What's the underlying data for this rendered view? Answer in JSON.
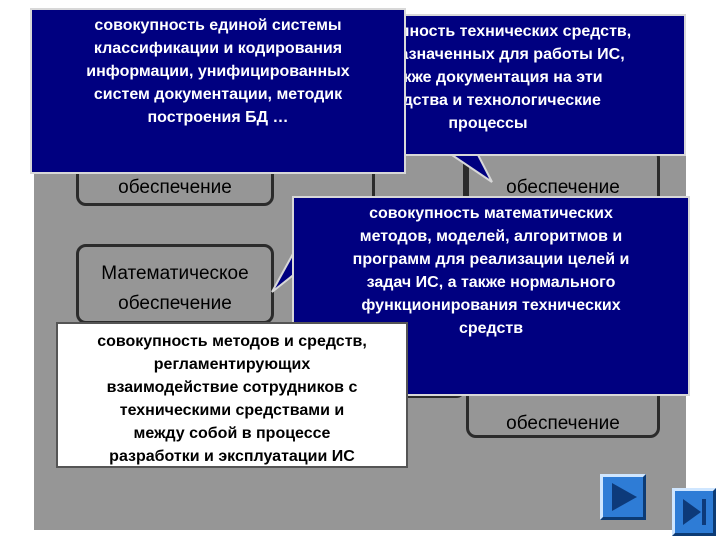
{
  "callouts": {
    "info": [
      "совокупность единой системы",
      "классификации и кодирования",
      "информации, унифицированных",
      "систем документации, методик",
      "построения БД …"
    ],
    "technical": [
      "совокупность технических средств,",
      "предназначенных для работы ИС,",
      "а также документация на эти",
      "средства и технологические",
      "процессы"
    ],
    "math": [
      "совокупность математических",
      "методов, моделей, алгоритмов и",
      "программ для реализации целей и",
      "задач ИС, а также нормального",
      "функционирования технических",
      "средств"
    ],
    "org": [
      "совокупность методов и средств,",
      "регламентирующих",
      "взаимодействие сотрудников с",
      "техническими средствами и",
      "между собой в процессе",
      "разработки и эксплуатации ИС"
    ]
  },
  "nodes": {
    "info_tail": "обеспечение",
    "tech_tail": "обеспечение",
    "math": [
      "Математическое",
      "обеспечение"
    ],
    "org_tail": "обеспечение"
  },
  "colors": {
    "panel": "#969696",
    "callout_blue": "#000080",
    "nav_button": "#2e7cd6"
  },
  "nav": {
    "next_icon": "play-triangle-icon",
    "end_icon": "skip-end-icon"
  }
}
